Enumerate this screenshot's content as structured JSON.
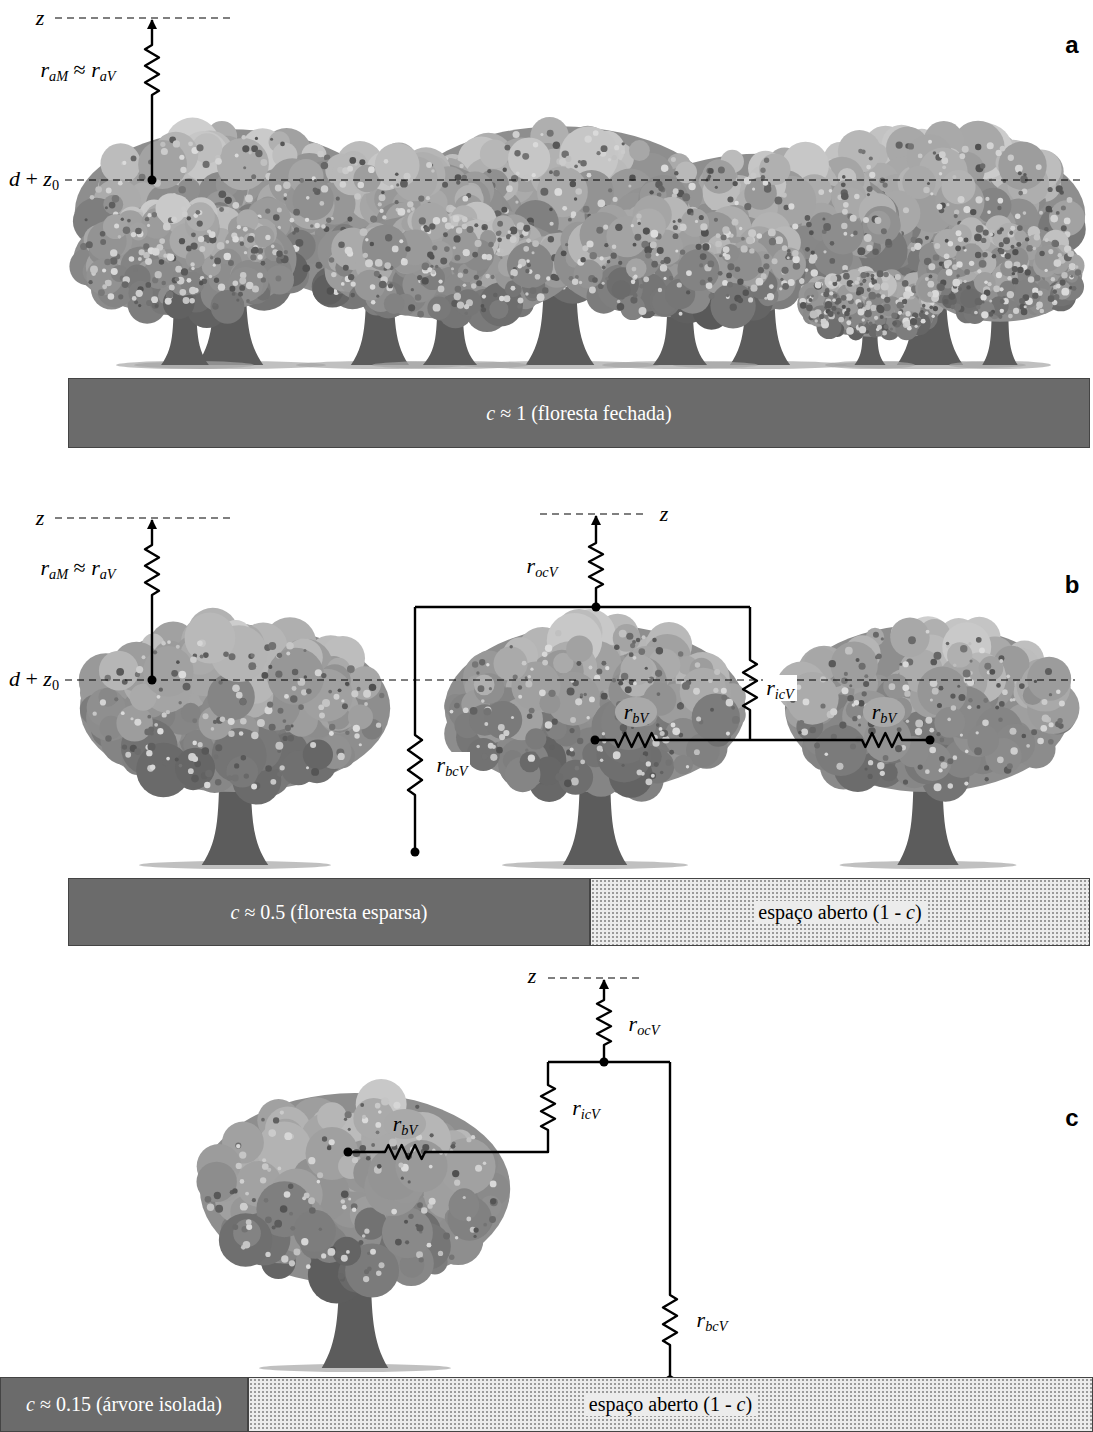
{
  "diagram": {
    "nodes": [
      {
        "text": [
          "c ≈ 1 (floresta fechada)"
        ]
      },
      {
        "text": [
          "c ≈ 0.5 (floresta esparsa)"
        ]
      },
      {
        "text": [
          "espaço aberto (1 - c)"
        ]
      },
      {
        "text": [
          "c ≈ 0.15 (árvore isolada)"
        ]
      },
      {
        "text": [
          "espaço aberto (1 - c)"
        ]
      }
    ],
    "labels": [
      "z",
      "raM ≈ raV",
      "d + z0",
      "a",
      "z",
      "raM ≈ raV",
      "d + z0",
      "z",
      "rocV",
      "rbV",
      "ricV",
      "rbV",
      "rbcV",
      "b",
      "z",
      "rocV",
      "ricV",
      "rbV",
      "rbcV",
      "c"
    ]
  }
}
